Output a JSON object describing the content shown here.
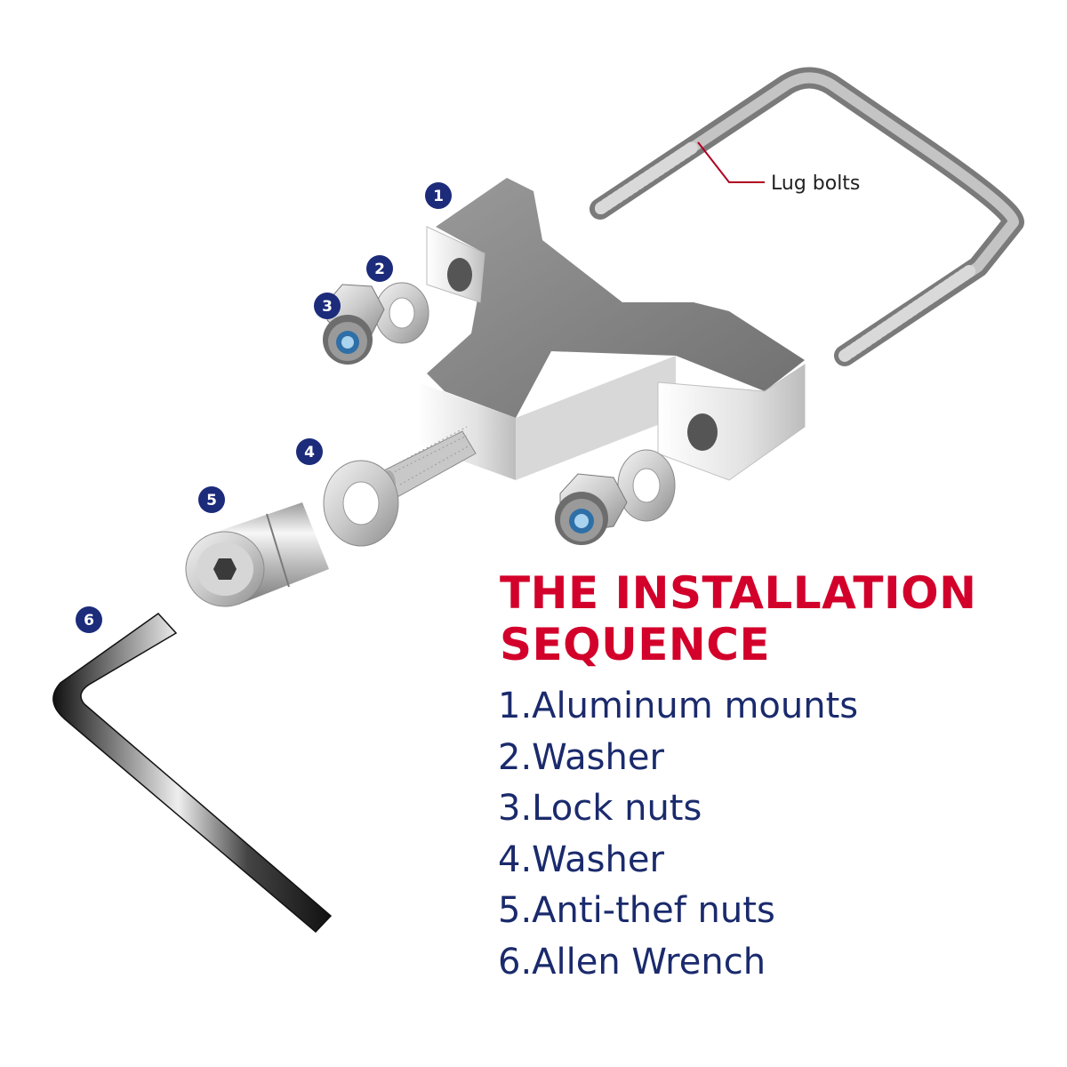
{
  "callout": {
    "label": "Lug bolts"
  },
  "badges": [
    {
      "number": "1"
    },
    {
      "number": "2"
    },
    {
      "number": "3"
    },
    {
      "number": "4"
    },
    {
      "number": "5"
    },
    {
      "number": "6"
    }
  ],
  "heading": {
    "line1": "THE INSTALLATION",
    "line2": "SEQUENCE"
  },
  "steps": [
    "1.Aluminum mounts",
    "2.Washer",
    "3.Lock nuts",
    "4.Washer",
    "5.Anti-thef nuts",
    "6.Allen Wrench"
  ],
  "colors": {
    "heading": "#d2002a",
    "steps": "#1a2a6c",
    "badge": "#1c2b7a",
    "callout_line": "#b00020"
  }
}
